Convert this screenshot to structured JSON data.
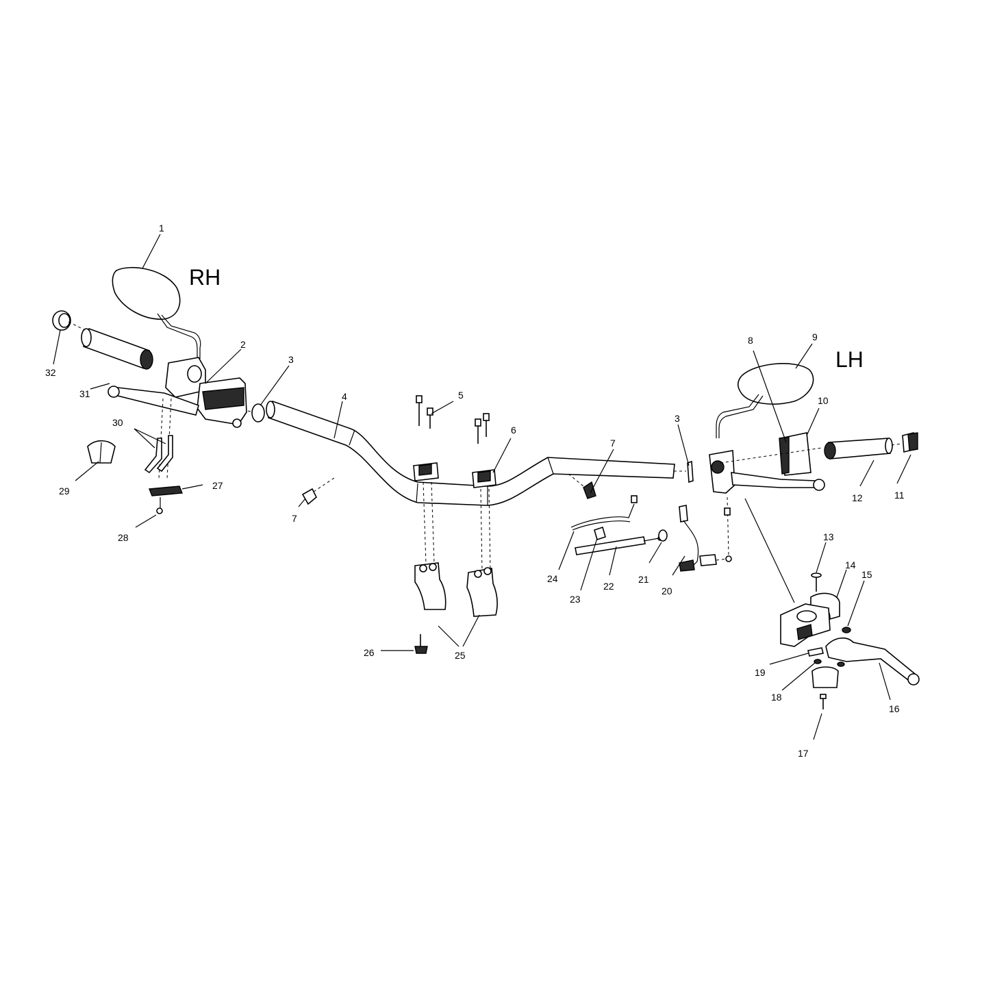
{
  "side_labels": {
    "right": "RH",
    "left": "LH"
  },
  "callouts": {
    "c1": "1",
    "c2": "2",
    "c3a": "3",
    "c3b": "3",
    "c4": "4",
    "c5": "5",
    "c6": "6",
    "c7a": "7",
    "c7b": "7",
    "c8": "8",
    "c9": "9",
    "c10": "10",
    "c11": "11",
    "c12": "12",
    "c13": "13",
    "c14": "14",
    "c15": "15",
    "c16": "16",
    "c17": "17",
    "c18": "18",
    "c19": "19",
    "c20": "20",
    "c21": "21",
    "c22": "22",
    "c23": "23",
    "c24": "24",
    "c25": "25",
    "c26": "26",
    "c27": "27",
    "c28": "28",
    "c29": "29",
    "c30": "30",
    "c31": "31",
    "c32": "32"
  }
}
